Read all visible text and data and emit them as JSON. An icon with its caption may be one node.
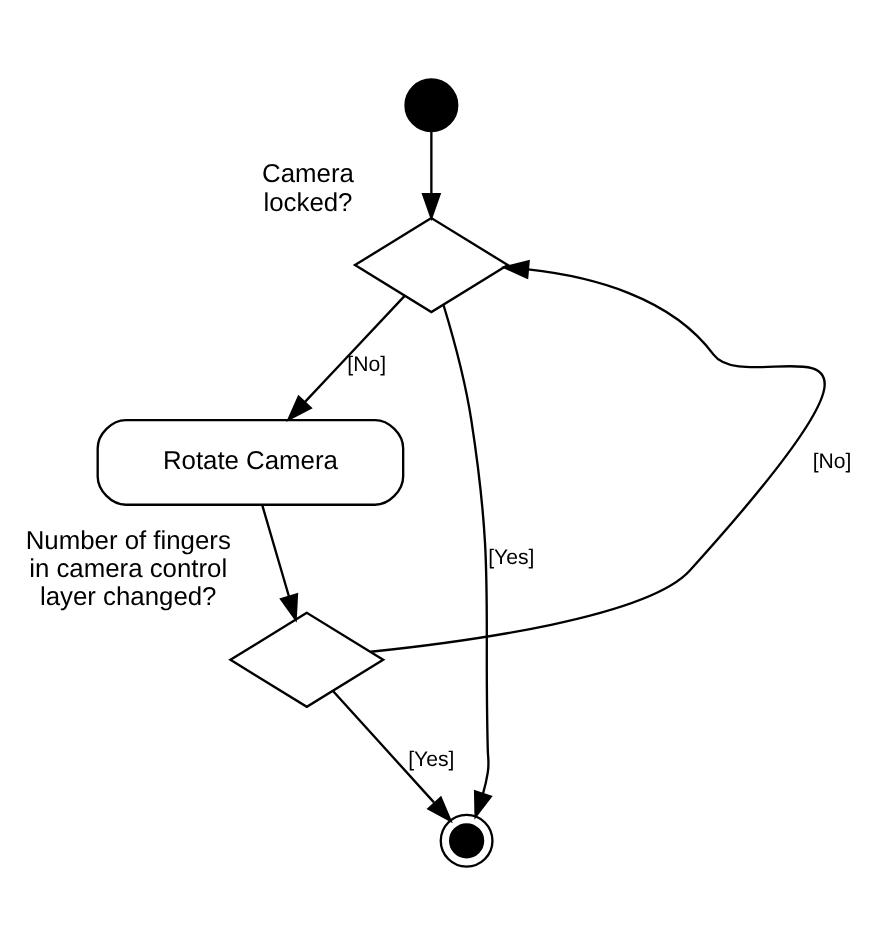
{
  "diagram": {
    "nodes": [
      {
        "text": [],
        "shape": "circle"
      },
      {
        "text": [
          "Camera locked?"
        ]
      },
      {
        "text": [
          "Rotate Camera"
        ]
      },
      {
        "text": [
          "Number of fingers in camera control layer changed?"
        ]
      },
      {
        "text": [],
        "shape": "circle"
      }
    ],
    "edges": [
      {
        "from": 0,
        "to": 1,
        "arrow": "to"
      },
      {
        "from": 1,
        "to": 4,
        "arrow": "to",
        "label": "[Yes]"
      },
      {
        "from": 1,
        "to": 2,
        "arrow": "to",
        "label": "[No]"
      },
      {
        "from": 2,
        "to": 3,
        "arrow": "to"
      },
      {
        "from": 3,
        "to": 4,
        "arrow": "to",
        "label": "[Yes]"
      },
      {
        "from": 3,
        "to": 1,
        "arrow": "to",
        "label": "[No]"
      }
    ]
  }
}
